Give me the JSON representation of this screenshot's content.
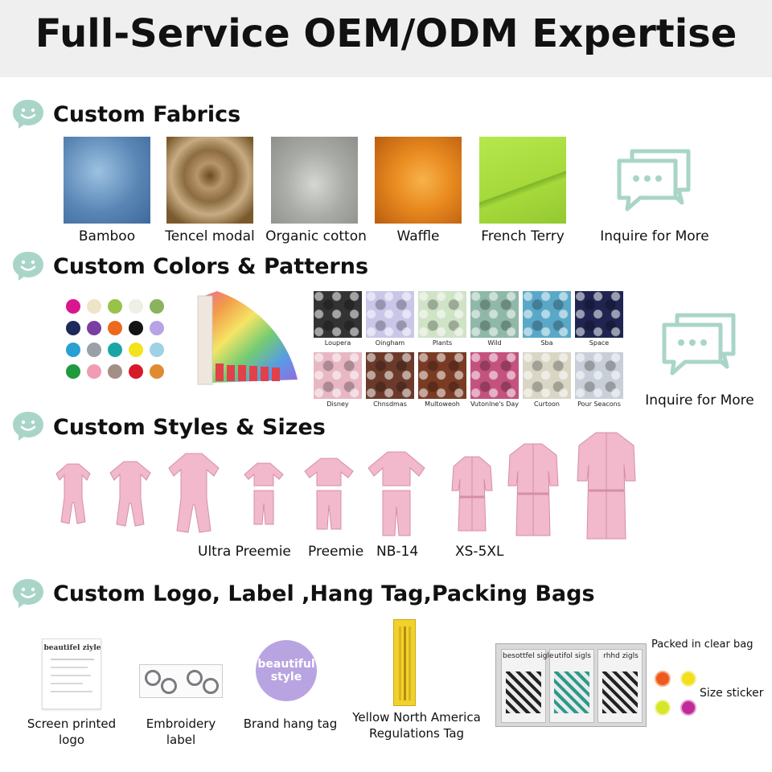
{
  "header": {
    "title": "Full-Service OEM/ODM Expertise"
  },
  "sections": {
    "fabrics": {
      "title": "Custom Fabrics",
      "items": [
        {
          "label": "Bamboo",
          "color": "#6e9bc4"
        },
        {
          "label": "Tencel modal",
          "color": "#9a7a4c"
        },
        {
          "label": "Organic cotton",
          "color": "#b9bbb7"
        },
        {
          "label": "Waffle",
          "color": "#e98a1f"
        },
        {
          "label": "French Terry",
          "color": "#a6d93a"
        }
      ],
      "inquire": "Inquire for More"
    },
    "colors": {
      "title": "Custom Colors & Patterns",
      "dot_colors": [
        "#d9168e",
        "#efe3c8",
        "#99c24a",
        "#efefe6",
        "#8bb35e",
        "#1d2a5a",
        "#7a3fa0",
        "#ec6a1d",
        "#141414",
        "#b7a3e6",
        "#2a9fd2",
        "#9aa0a8",
        "#1aa6a6",
        "#f3e21c",
        "#9ed1e6",
        "#1f9a3e",
        "#f09cb4",
        "#a48f84",
        "#d61a2a",
        "#e08a32"
      ],
      "patterns": [
        {
          "label": "Loupera",
          "color": "#333333"
        },
        {
          "label": "Oingham",
          "color": "#c9c6e8"
        },
        {
          "label": "Plants",
          "color": "#cfe3c6"
        },
        {
          "label": "Wild",
          "color": "#8fb8a8"
        },
        {
          "label": "Sba",
          "color": "#5aa8c8"
        },
        {
          "label": "Space",
          "color": "#1f2550"
        },
        {
          "label": "Disney",
          "color": "#e7b7c4"
        },
        {
          "label": "Chnsdmas",
          "color": "#6b3a2a"
        },
        {
          "label": "Multoweoh",
          "color": "#7a3b24"
        },
        {
          "label": "Vutonlne's Day",
          "color": "#c4527e"
        },
        {
          "label": "Curtoon",
          "color": "#d9d6c6"
        },
        {
          "label": "Pour Seacons",
          "color": "#c8cfd8"
        }
      ],
      "inquire": "Inquire for More"
    },
    "styles": {
      "title": "Custom Styles & Sizes",
      "labels": [
        "Ultra Preemie",
        "Preemie",
        "NB-14",
        "XS-5XL"
      ],
      "garment_color": "#f2b8cc"
    },
    "logo": {
      "title": "Custom Logo, Label ,Hang Tag,Packing Bags",
      "screen_printed": {
        "caption_line1": "Screen printed",
        "caption_line2": "logo",
        "card_text": "beautifel ziyle"
      },
      "embroidery": {
        "caption_line1": "Embroidery",
        "caption_line2": "label"
      },
      "hang_tag": {
        "caption": "Brand hang tag",
        "line1": "beautiful",
        "line2": "style",
        "color": "#b9a4e2"
      },
      "yellow_tag": {
        "caption_line1": "Yellow North America",
        "caption_line2": "Regulations Tag",
        "color": "#f2d22a"
      },
      "bags": {
        "labels": [
          "besottfel sigle",
          "utifol sigls",
          "rhhd zigls"
        ]
      },
      "packed": "Packed in clear bag",
      "size_sticker": "Size sticker",
      "sticker_colors": [
        "#ee5a1e",
        "#f2e01c",
        "#d8e62a",
        "#c12a9a"
      ]
    }
  },
  "theme": {
    "icon_color": "#a9d5c8"
  }
}
